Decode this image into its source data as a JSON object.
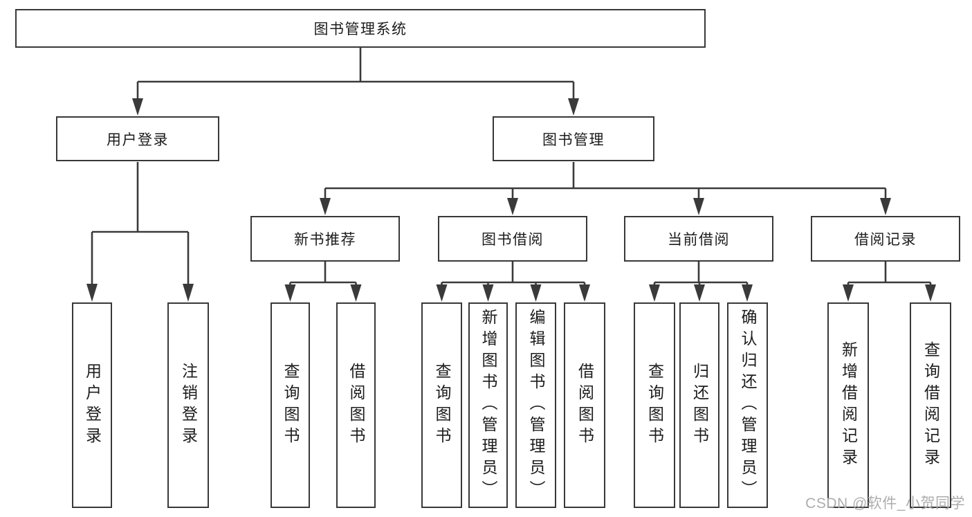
{
  "colors": {
    "background": "#ffffff",
    "box_border": "#383838",
    "connector_line": "#3a3a3a",
    "text": "#1c1c1c",
    "watermark": "#adadad"
  },
  "tree": {
    "root": {
      "label": "图书管理系统"
    },
    "branches": [
      {
        "label": "用户登录",
        "children": [
          {
            "label": "用户登录"
          },
          {
            "label": "注销登录"
          }
        ]
      },
      {
        "label": "图书管理",
        "children": [
          {
            "label": "新书推荐",
            "children": [
              {
                "label": "查询图书"
              },
              {
                "label": "借阅图书"
              }
            ]
          },
          {
            "label": "图书借阅",
            "children": [
              {
                "label": "查询图书"
              },
              {
                "label": "新增图书（管理员）"
              },
              {
                "label": "编辑图书（管理员）"
              },
              {
                "label": "借阅图书"
              }
            ]
          },
          {
            "label": "当前借阅",
            "children": [
              {
                "label": "查询图书"
              },
              {
                "label": "归还图书"
              },
              {
                "label": "确认归还（管理员）"
              }
            ]
          },
          {
            "label": "借阅记录",
            "children": [
              {
                "label": "新增借阅记录"
              },
              {
                "label": "查询借阅记录"
              }
            ]
          }
        ]
      }
    ]
  },
  "watermark": {
    "text": "CSDN @软件_小贺同学"
  }
}
